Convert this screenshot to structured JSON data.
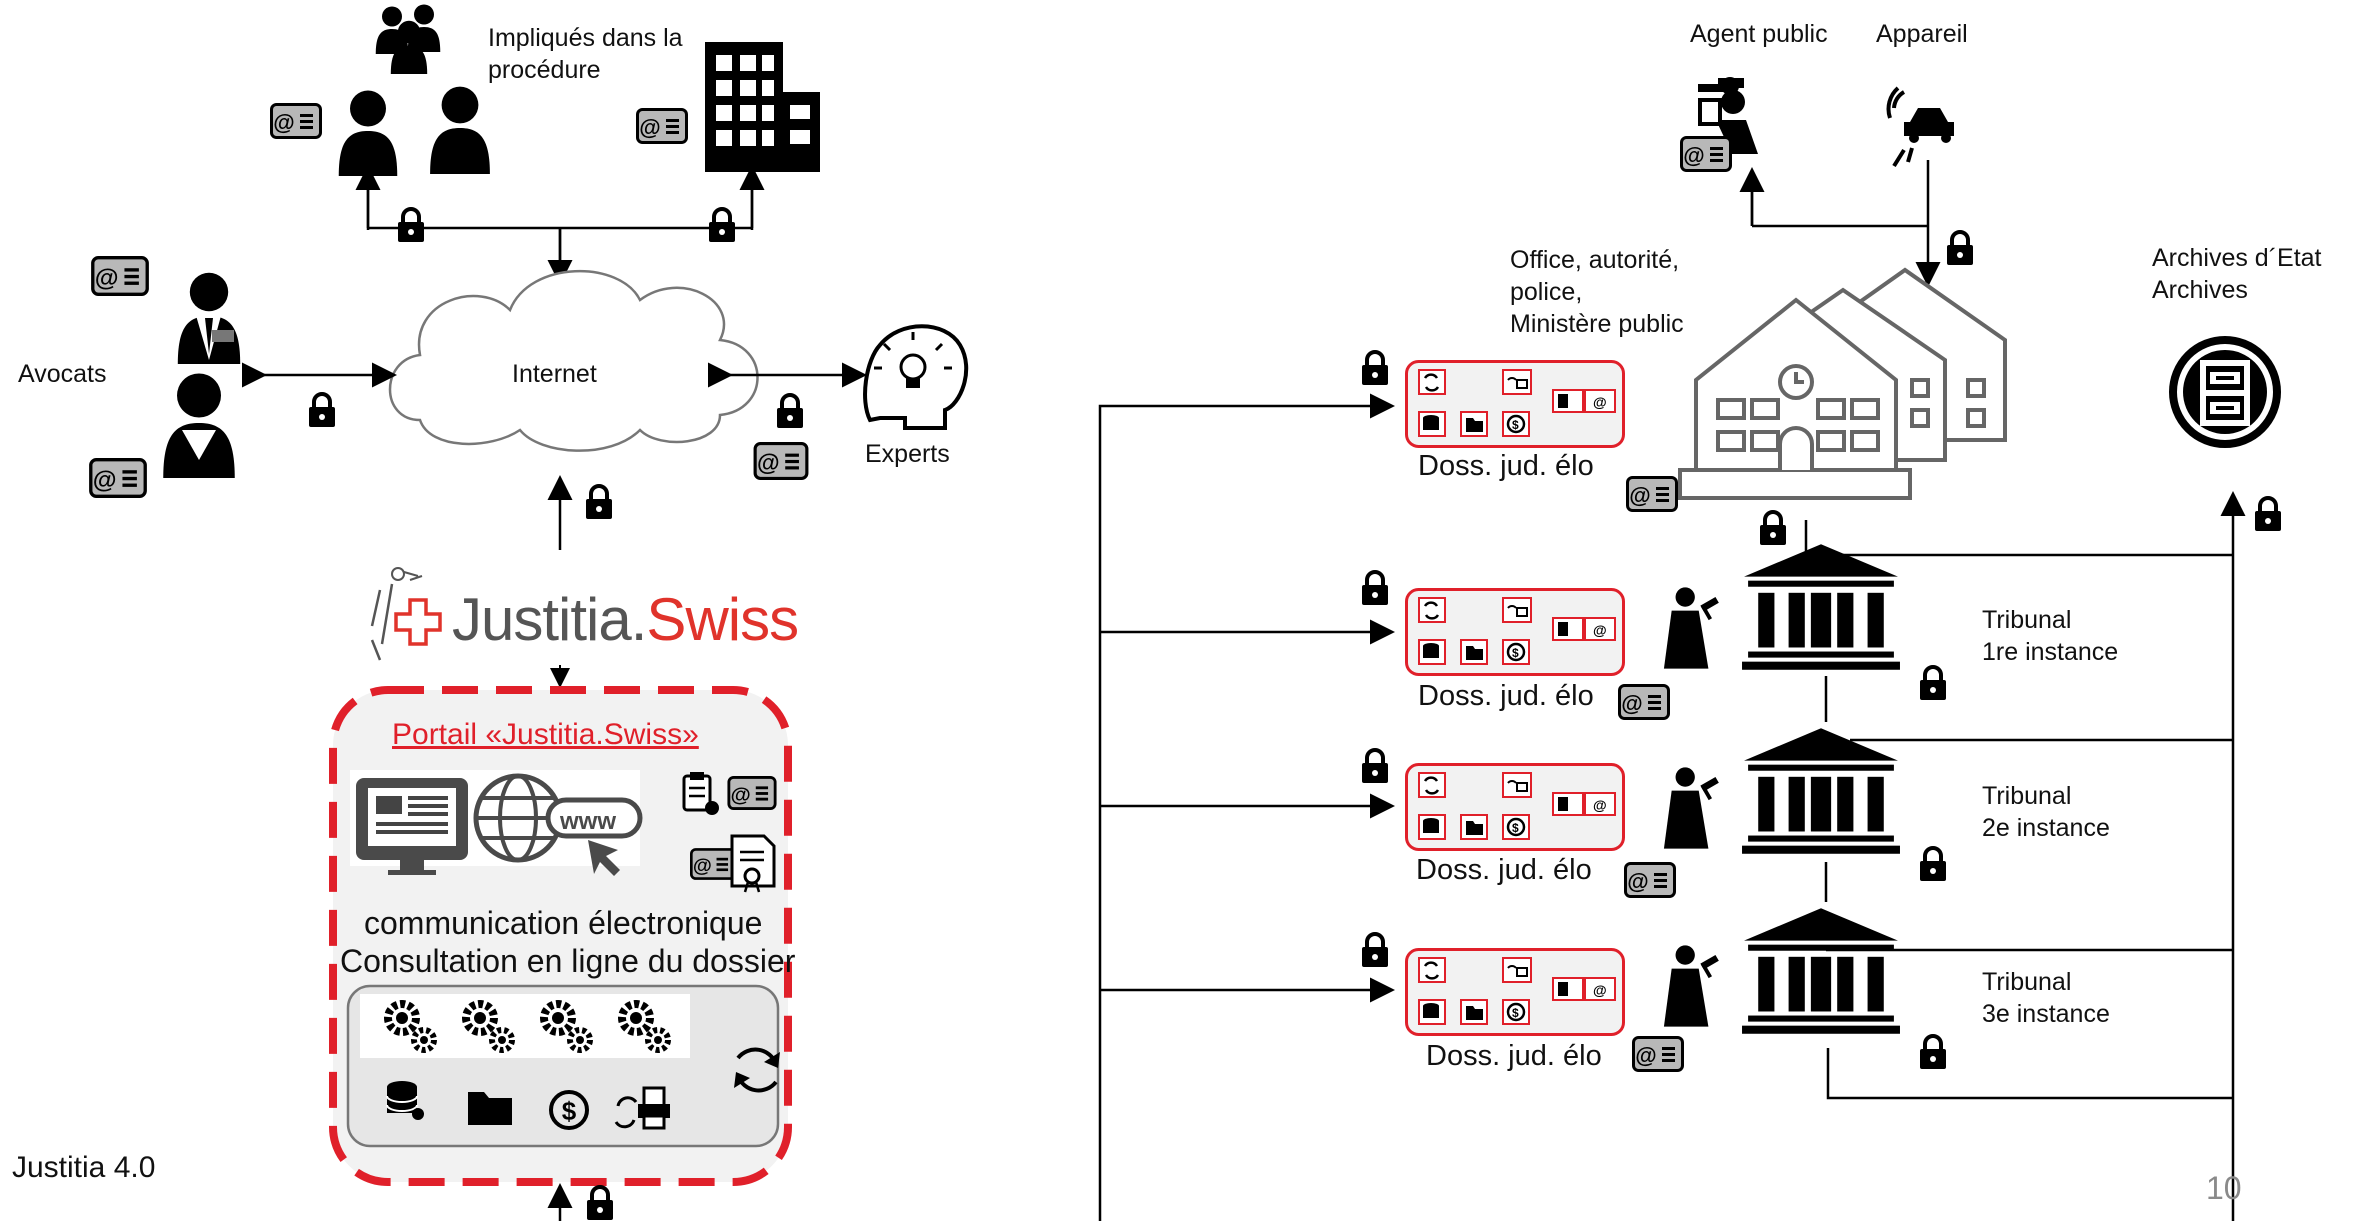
{
  "left": {
    "involved_label": "Impliqués dans la\nprocédure",
    "lawyers_label": "Avocats",
    "internet_label": "Internet",
    "experts_label": "Experts",
    "brand_main": "Justitia",
    "brand_sep": ".",
    "brand_accent": "Swiss",
    "portal_title": "Portail «Justitia.Swiss»",
    "portal_line1": "communication électronique",
    "portal_line2": "Consultation en ligne du dossier",
    "www_label": "www",
    "footer_label": "Justitia 4.0"
  },
  "right": {
    "agent_label": "Agent public",
    "device_label": "Appareil",
    "office_label": "Office, autorité,\npolice,\nMinistère public",
    "archives_label": "Archives d´Etat\nArchives",
    "dossier_label": "Doss. jud. élo",
    "tribunal1": "Tribunal\n1re instance",
    "tribunal2": "Tribunal\n2e instance",
    "tribunal3": "Tribunal\n3e instance",
    "page_number": "10"
  },
  "colors": {
    "accent_red": "#e0202a",
    "brand_grey": "#555555",
    "badge_grey": "#b8b8b8"
  },
  "icons": [
    "lock-icon",
    "email-badge-icon",
    "users-group-icon",
    "building-icon",
    "lawyer-icon",
    "expert-lightbulb-icon",
    "cloud-icon",
    "monitor-icon",
    "globe-www-icon",
    "gears-icon",
    "database-icon",
    "folder-icon",
    "dollar-icon",
    "sync-icon",
    "printer-icon",
    "certificate-icon",
    "clipboard-icon",
    "police-agent-icon",
    "car-device-icon",
    "office-building-icon",
    "archive-cabinet-icon",
    "court-building-icon",
    "judge-icon"
  ]
}
